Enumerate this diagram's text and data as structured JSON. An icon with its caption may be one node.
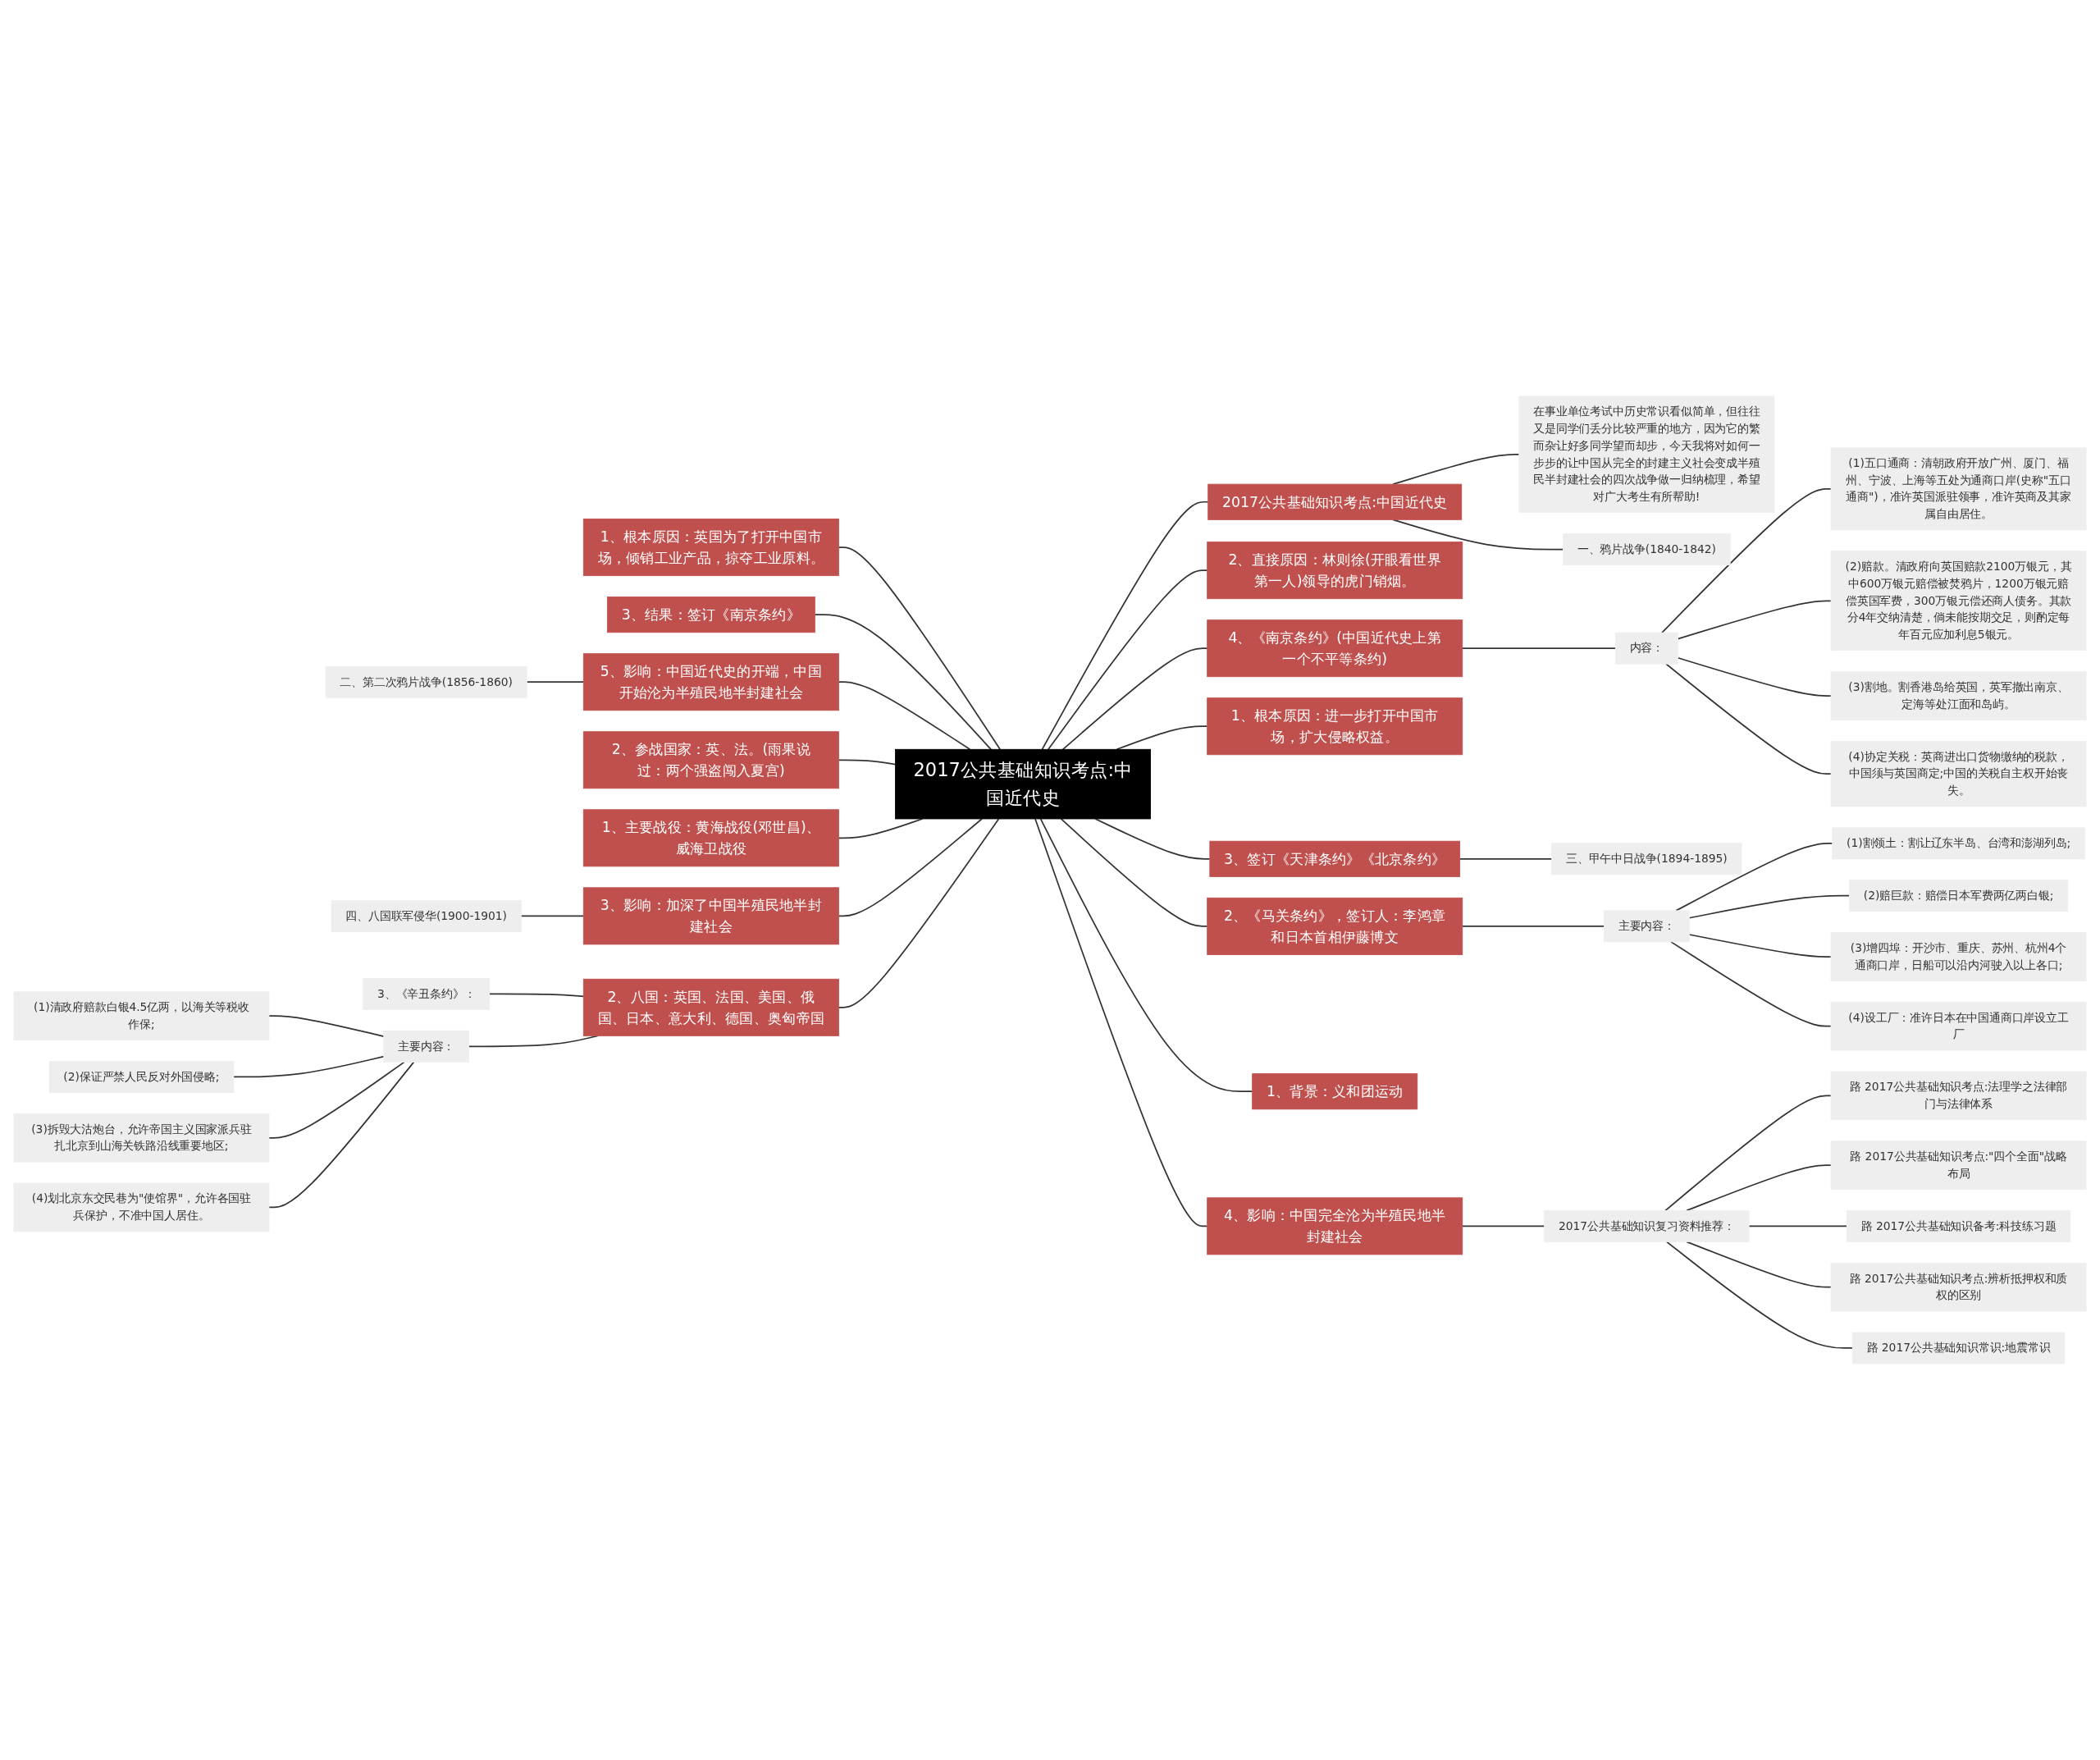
{
  "diagram": {
    "nodes": [
      {
        "text": [
          "2017公共基础知识考点:中国近代史"
        ]
      },
      {
        "text": [
          "2017公共基础知识考点:中国近代史"
        ]
      },
      {
        "text": [
          "在事业单位考试中历史常识看似简单，但往往又是同学们丢分比较严重的地方，因为它的繁而杂让好多同学望而却步，今天我将对如何一步步的让中国从完全的封建主义社会变成半殖民半封建社会的四次战争做一归纳梳理，希望对广大考生有所帮助!"
        ]
      },
      {
        "text": [
          "一、鸦片战争(1840-1842)"
        ]
      },
      {
        "text": [
          "2、直接原因：林则徐(开眼看世界第一人)领导的虎门销烟。"
        ]
      },
      {
        "text": [
          "4、《南京条约》(中国近代史上第一个不平等条约)"
        ]
      },
      {
        "text": [
          "内容："
        ]
      },
      {
        "text": [
          "(1)五口通商：清朝政府开放广州、厦门、福州、宁波、上海等五处为通商口岸(史称\"五口通商\")，准许英国派驻领事，准许英商及其家属自由居住。"
        ]
      },
      {
        "text": [
          "(2)赔款。清政府向英国赔款2100万银元，其中600万银元赔偿被焚鸦片，1200万银元赔偿英国军费，300万银元偿还商人债务。其款分4年交纳清楚，倘未能按期交足，则酌定每年百元应加利息5银元。"
        ]
      },
      {
        "text": [
          "(3)割地。割香港岛给英国，英军撤出南京、定海等处江面和岛屿。"
        ]
      },
      {
        "text": [
          "(4)协定关税：英商进出口货物缴纳的税款，中国须与英国商定;中国的关税自主权开始丧失。"
        ]
      },
      {
        "text": [
          "1、根本原因：进一步打开中国市场，扩大侵略权益。"
        ]
      },
      {
        "text": [
          "3、签订《天津条约》《北京条约》"
        ]
      },
      {
        "text": [
          "三、甲午中日战争(1894-1895)"
        ]
      },
      {
        "text": [
          "2、《马关条约》，签订人：李鸿章和日本首相伊藤博文"
        ]
      },
      {
        "text": [
          "主要内容："
        ]
      },
      {
        "text": [
          "(1)割领土：割让辽东半岛、台湾和澎湖列岛;"
        ]
      },
      {
        "text": [
          "(2)赔巨款：赔偿日本军费两亿两白银;"
        ]
      },
      {
        "text": [
          "(3)增四埠：开沙市、重庆、苏州、杭州4个通商口岸，日船可以沿内河驶入以上各口;"
        ]
      },
      {
        "text": [
          "(4)设工厂：准许日本在中国通商口岸设立工厂"
        ]
      },
      {
        "text": [
          "1、背景：义和团运动"
        ]
      },
      {
        "text": [
          "4、影响：中国完全沦为半殖民地半封建社会"
        ]
      },
      {
        "text": [
          "2017公共基础知识复习资料推荐："
        ]
      },
      {
        "text": [
          "路 2017公共基础知识考点:法理学之法律部门与法律体系"
        ]
      },
      {
        "text": [
          "路 2017公共基础知识考点:\"四个全面\"战略布局"
        ]
      },
      {
        "text": [
          "路 2017公共基础知识备考:科技练习题"
        ]
      },
      {
        "text": [
          "路 2017公共基础知识考点:辨析抵押权和质权的区别"
        ]
      },
      {
        "text": [
          "路 2017公共基础知识常识:地震常识"
        ]
      },
      {
        "text": [
          "1、根本原因：英国为了打开中国市场，倾销工业产品，掠夺工业原料。"
        ]
      },
      {
        "text": [
          "3、结果：签订《南京条约》"
        ]
      },
      {
        "text": [
          "5、影响：中国近代史的开端，中国开始沦为半殖民地半封建社会"
        ]
      },
      {
        "text": [
          "二、第二次鸦片战争(1856-1860)"
        ]
      },
      {
        "text": [
          "2、参战国家：英、法。(雨果说过：两个强盗闯入夏宫)"
        ]
      },
      {
        "text": [
          "1、主要战役：黄海战役(邓世昌)、威海卫战役"
        ]
      },
      {
        "text": [
          "3、影响：加深了中国半殖民地半封建社会"
        ]
      },
      {
        "text": [
          "四、八国联军侵华(1900-1901)"
        ]
      },
      {
        "text": [
          "2、八国：英国、法国、美国、俄国、日本、意大利、德国、奥匈帝国"
        ]
      },
      {
        "text": [
          "3、《辛丑条约》："
        ]
      },
      {
        "text": [
          "主要内容："
        ]
      },
      {
        "text": [
          "(1)清政府赔款白银4.5亿两，以海关等税收作保;"
        ]
      },
      {
        "text": [
          "(2)保证严禁人民反对外国侵略;"
        ]
      },
      {
        "text": [
          "(3)拆毁大沽炮台，允许帝国主义国家派兵驻扎北京到山海关铁路沿线重要地区;"
        ]
      },
      {
        "text": [
          "(4)划北京东交民巷为\"使馆界\"，允许各国驻兵保护，不准中国人居住。"
        ]
      }
    ],
    "edges": [
      {
        "from": 0,
        "to": 1,
        "arrow": "none"
      },
      {
        "from": 1,
        "to": 2,
        "arrow": "none"
      },
      {
        "from": 1,
        "to": 3,
        "arrow": "none"
      },
      {
        "from": 0,
        "to": 4,
        "arrow": "none"
      },
      {
        "from": 0,
        "to": 5,
        "arrow": "none"
      },
      {
        "from": 5,
        "to": 6,
        "arrow": "none"
      },
      {
        "from": 6,
        "to": 7,
        "arrow": "none"
      },
      {
        "from": 6,
        "to": 8,
        "arrow": "none"
      },
      {
        "from": 6,
        "to": 9,
        "arrow": "none"
      },
      {
        "from": 6,
        "to": 10,
        "arrow": "none"
      },
      {
        "from": 0,
        "to": 11,
        "arrow": "none"
      },
      {
        "from": 0,
        "to": 12,
        "arrow": "none"
      },
      {
        "from": 12,
        "to": 13,
        "arrow": "none"
      },
      {
        "from": 0,
        "to": 14,
        "arrow": "none"
      },
      {
        "from": 14,
        "to": 15,
        "arrow": "none"
      },
      {
        "from": 15,
        "to": 16,
        "arrow": "none"
      },
      {
        "from": 15,
        "to": 17,
        "arrow": "none"
      },
      {
        "from": 15,
        "to": 18,
        "arrow": "none"
      },
      {
        "from": 15,
        "to": 19,
        "arrow": "none"
      },
      {
        "from": 0,
        "to": 20,
        "arrow": "none"
      },
      {
        "from": 0,
        "to": 21,
        "arrow": "none"
      },
      {
        "from": 21,
        "to": 22,
        "arrow": "none"
      },
      {
        "from": 22,
        "to": 23,
        "arrow": "none"
      },
      {
        "from": 22,
        "to": 24,
        "arrow": "none"
      },
      {
        "from": 22,
        "to": 25,
        "arrow": "none"
      },
      {
        "from": 22,
        "to": 26,
        "arrow": "none"
      },
      {
        "from": 22,
        "to": 27,
        "arrow": "none"
      },
      {
        "from": 0,
        "to": 28,
        "arrow": "none"
      },
      {
        "from": 0,
        "to": 29,
        "arrow": "none"
      },
      {
        "from": 0,
        "to": 30,
        "arrow": "none"
      },
      {
        "from": 30,
        "to": 31,
        "arrow": "none"
      },
      {
        "from": 0,
        "to": 32,
        "arrow": "none"
      },
      {
        "from": 0,
        "to": 33,
        "arrow": "none"
      },
      {
        "from": 0,
        "to": 34,
        "arrow": "none"
      },
      {
        "from": 34,
        "to": 35,
        "arrow": "none"
      },
      {
        "from": 0,
        "to": 36,
        "arrow": "none"
      },
      {
        "from": 36,
        "to": 37,
        "arrow": "none"
      },
      {
        "from": 36,
        "to": 38,
        "arrow": "none"
      },
      {
        "from": 38,
        "to": 39,
        "arrow": "none"
      },
      {
        "from": 38,
        "to": 40,
        "arrow": "none"
      },
      {
        "from": 38,
        "to": 41,
        "arrow": "none"
      },
      {
        "from": 38,
        "to": 42,
        "arrow": "none"
      }
    ]
  }
}
